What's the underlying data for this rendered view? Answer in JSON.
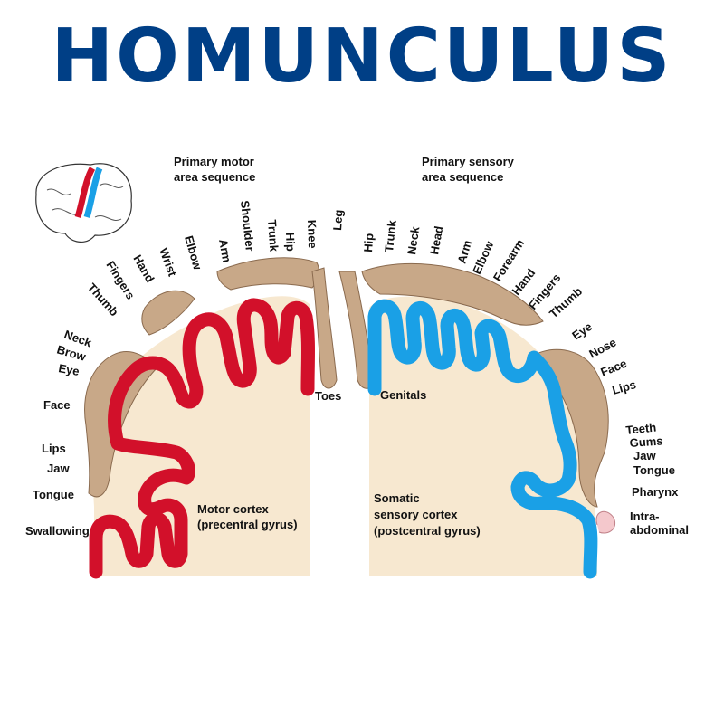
{
  "title": "HOMUNCULUS",
  "headers": {
    "motor": [
      "Primary motor",
      "area sequence"
    ],
    "sensory": [
      "Primary sensory",
      "area sequence"
    ]
  },
  "motor_labels": [
    "Thumb",
    "Fingers",
    "Hand",
    "Wrist",
    "Elbow",
    "Arm",
    "Shoulder",
    "Trunk",
    "Hip",
    "Knee",
    "Neck",
    "Brow",
    "Eye",
    "Face",
    "Lips",
    "Jaw",
    "Tongue",
    "Swallowing",
    "Toes"
  ],
  "sensory_labels": [
    "Leg",
    "Hip",
    "Trunk",
    "Neck",
    "Head",
    "Arm",
    "Elbow",
    "Forearm",
    "Hand",
    "Fingers",
    "Thumb",
    "Eye",
    "Nose",
    "Face",
    "Lips",
    "Genitals",
    "Teeth",
    "Gums",
    "Jaw",
    "Tongue",
    "Pharynx",
    "Intra-",
    "abdominal"
  ],
  "cortex": {
    "motor": [
      "Motor cortex",
      "(precentral gyrus)"
    ],
    "sensory": [
      "Somatic",
      "sensory cortex",
      "(postcentral gyrus)"
    ]
  },
  "colors": {
    "title": "#003f86",
    "motor": "#d2102a",
    "sensory": "#1aa0e6",
    "tissue": "#f7e8d0",
    "skin": "#c8a888"
  }
}
